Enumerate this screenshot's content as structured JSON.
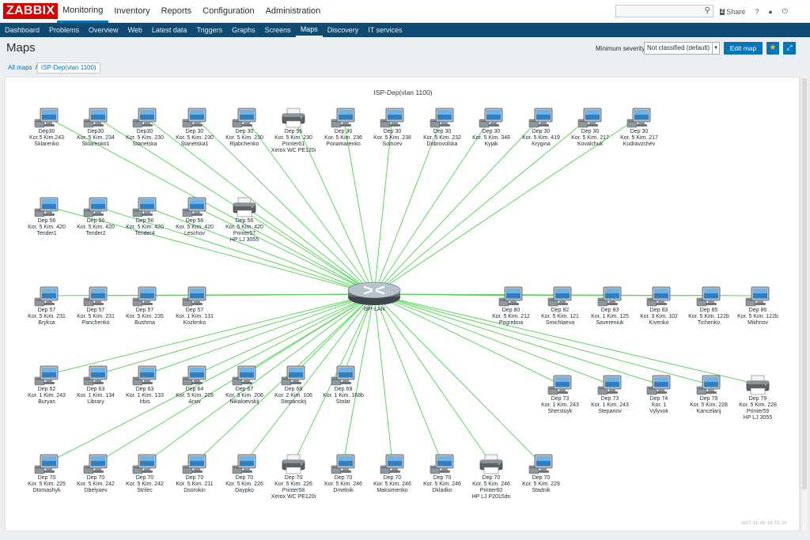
{
  "header": {
    "logo": "ZABBIX",
    "menu": [
      "Monitoring",
      "Inventory",
      "Reports",
      "Configuration",
      "Administration"
    ],
    "active_menu": "Monitoring",
    "search_placeholder": "",
    "share_label": "Share",
    "help_icon": "question-icon",
    "user_icon": "user-icon",
    "logout_icon": "power-icon"
  },
  "subnav": {
    "items": [
      "Dashboard",
      "Problems",
      "Overview",
      "Web",
      "Latest data",
      "Triggers",
      "Graphs",
      "Screens",
      "Maps",
      "Discovery",
      "IT services"
    ],
    "active": "Maps"
  },
  "page": {
    "title": "Maps",
    "severity_label": "Minimum severity",
    "severity_value": "Not classified (default)",
    "edit_button": "Edit map",
    "favorite_icon": "star-icon",
    "fullscreen_icon": "fullscreen-icon",
    "breadcrumb": [
      "All maps",
      "ISP-Dep(vlan 1100)"
    ],
    "breadcrumb_sep": "/"
  },
  "map": {
    "title": "ISP-Dep(vlan 1100)",
    "link_color": "#5cd65c",
    "router": {
      "label": "ISP-LAN"
    },
    "stamp": "2017-11-09 19:51:23",
    "nodes": [
      {
        "t": "pc",
        "l": [
          "Dep30",
          "Kor.5 Kim.243",
          "Sklarenko"
        ]
      },
      {
        "t": "pc",
        "l": [
          "Dep30",
          "Kor. 5 Kim. 234",
          "Sklarenko1"
        ]
      },
      {
        "t": "pc",
        "l": [
          "Dep30",
          "Kor. 5 Kim. 230",
          "Stanetska"
        ]
      },
      {
        "t": "pc",
        "l": [
          "Dep 30",
          "Kor. 5 Kim. 230",
          "Stanetska1"
        ]
      },
      {
        "t": "pc",
        "l": [
          "Dep 30",
          "Kor. 5 Kim. 230",
          "Rjabchenko"
        ]
      },
      {
        "t": "printer",
        "l": [
          "Dep 56",
          "Kor. 5 Kim. 230",
          "Printer61",
          "Xerox WC PE120i"
        ]
      },
      {
        "t": "pc",
        "l": [
          "Dep 30",
          "Kor. 5 Kim. 236",
          "Ponamarenko"
        ]
      },
      {
        "t": "pc",
        "l": [
          "Dep 30",
          "Kor. 5 Kim. 238",
          "Solncev"
        ]
      },
      {
        "t": "pc",
        "l": [
          "Dep 30",
          "Kor. 5 Kim. 232",
          "Dobrovolska"
        ]
      },
      {
        "t": "pc",
        "l": [
          "Dep 30",
          "Kor. 5 Kim. 348",
          "Kyjak"
        ]
      },
      {
        "t": "pc",
        "l": [
          "Dep 30",
          "Kor. 5 Kim. 419",
          "Krygina"
        ]
      },
      {
        "t": "pc",
        "l": [
          "Dep 30",
          "Kor. 5 Kim. 217",
          "Kovalchuk"
        ]
      },
      {
        "t": "pc",
        "l": [
          "Dep 30",
          "Kor. 5 Kim. 217",
          "Kudravzchev"
        ]
      },
      {
        "t": "pc",
        "l": [
          "Dep 56",
          "Kor. 5 Kim. 420",
          "Tender1"
        ]
      },
      {
        "t": "pc",
        "l": [
          "Dep 56",
          "Kor. 5 Kim. 420",
          "Tender2"
        ]
      },
      {
        "t": "pc",
        "l": [
          "Dep 56",
          "Kor. 5 Kim. 420",
          "Tender4"
        ]
      },
      {
        "t": "pc",
        "l": [
          "Dep 56",
          "Kor. 5 Kim. 420",
          "Leschov"
        ]
      },
      {
        "t": "printer",
        "l": [
          "Dep 56",
          "Kor. 5 Kim. 420",
          "Printer57",
          "HP LJ 3055"
        ]
      },
      {
        "t": "pc",
        "l": [
          "Dep 57",
          "Kor. 5 Kim. 231",
          "Bryksa"
        ]
      },
      {
        "t": "pc",
        "l": [
          "Dep 57",
          "Kor. 5 Kim. 231",
          "Panchenko"
        ]
      },
      {
        "t": "pc",
        "l": [
          "Dep 57",
          "Kor. 5 Kim. 235",
          "Bushma"
        ]
      },
      {
        "t": "pc",
        "l": [
          "Dep 57",
          "Kor. 1 Kim. 131",
          "Kozlenko"
        ]
      },
      {
        "t": "pc",
        "l": [
          "Dep 80",
          "Kor. 5 Kim. 212",
          "Pogrebna"
        ]
      },
      {
        "t": "pc",
        "l": [
          "Dep 82",
          "Kor. 5 Kim. 121",
          "Smichlaeva"
        ]
      },
      {
        "t": "pc",
        "l": [
          "Dep 83",
          "Kor. 1 Kim. 125",
          "Savereniuk"
        ]
      },
      {
        "t": "pc",
        "l": [
          "Dep 83",
          "Kor. 3 Kim. 102",
          "Kivenko"
        ]
      },
      {
        "t": "pc",
        "l": [
          "Dep 85",
          "Kor. 5 Kim. 122b",
          "Tichenko"
        ]
      },
      {
        "t": "pc",
        "l": [
          "Dep 86",
          "Kor. 5 Kim. 122b",
          "Mikhnov"
        ]
      },
      {
        "t": "pc",
        "l": [
          "Dep 62",
          "Kor. 1 Kim. 243",
          "Buryas"
        ]
      },
      {
        "t": "pc",
        "l": [
          "Dep 63",
          "Kor. 1 Kim. 134",
          "Library"
        ]
      },
      {
        "t": "pc",
        "l": [
          "Dep 63",
          "Kor. 1 Kim. 133",
          "Irbis"
        ]
      },
      {
        "t": "pc",
        "l": [
          "Dep 64",
          "Kor. 5 Kim. 228",
          "Arxiv"
        ]
      },
      {
        "t": "pc",
        "l": [
          "Dep 67",
          "Kor. 3 Kim. 206",
          "Nikaloevskij"
        ]
      },
      {
        "t": "pc",
        "l": [
          "Dep 68",
          "Kor. 2 Kim. 106",
          "Stepanskij"
        ]
      },
      {
        "t": "pc",
        "l": [
          "Dep 69",
          "Kor. 1 Kim. 168b",
          "Stolar"
        ]
      },
      {
        "t": "pc",
        "l": [
          "Dep 73",
          "Kor. 1 Kim. 243",
          "Sherstuyk"
        ]
      },
      {
        "t": "pc",
        "l": [
          "Dep 73",
          "Kor. 1 Kim. 243",
          "Stepanov"
        ]
      },
      {
        "t": "pc",
        "l": [
          "Dep 74",
          "Kor. 1",
          "Vylyvok"
        ]
      },
      {
        "t": "pc",
        "l": [
          "Dep 79",
          "Kor. 5 Kim. 228",
          "Kancelarij"
        ]
      },
      {
        "t": "printer",
        "l": [
          "Dep 79",
          "Kor. 5 Kim. 228",
          "Printer59",
          "HP LJ 3055"
        ]
      },
      {
        "t": "pc",
        "l": [
          "Dep 70",
          "Kor. 5 Kim. 225",
          "Dtomashyk"
        ]
      },
      {
        "t": "pc",
        "l": [
          "Dep 70",
          "Kor. 5 Kim. 242",
          "Dbelyaev"
        ]
      },
      {
        "t": "pc",
        "l": [
          "Dep 70",
          "Kor. 5 Kim. 242",
          "Strilec"
        ]
      },
      {
        "t": "pc",
        "l": [
          "Dep 70",
          "Kor. 5 Kim. 211",
          "Dsorokin"
        ]
      },
      {
        "t": "pc",
        "l": [
          "Dep 70",
          "Kor. 5 Kim. 226",
          "Daypko"
        ]
      },
      {
        "t": "printer",
        "l": [
          "Dep 70",
          "Kor. 5 Kim. 226",
          "Printer58",
          "Xerox WC PE120i"
        ]
      },
      {
        "t": "pc",
        "l": [
          "Dep 70",
          "Kor. 5 Kim. 246",
          "Dmelnik"
        ]
      },
      {
        "t": "pc",
        "l": [
          "Dep 70",
          "Kor. 5 Kim. 246",
          "Maksimenko"
        ]
      },
      {
        "t": "pc",
        "l": [
          "Dep 70",
          "Kor. 5 Kim. 246",
          "Dkladko"
        ]
      },
      {
        "t": "printer",
        "l": [
          "Dep 70",
          "Kor. 5 Kim. 246",
          "Printer60",
          "HP LJ P2015dn"
        ]
      },
      {
        "t": "pc",
        "l": [
          "Dep 70",
          "Kor. 5 Kim. 229",
          "Stadnik"
        ]
      }
    ]
  }
}
